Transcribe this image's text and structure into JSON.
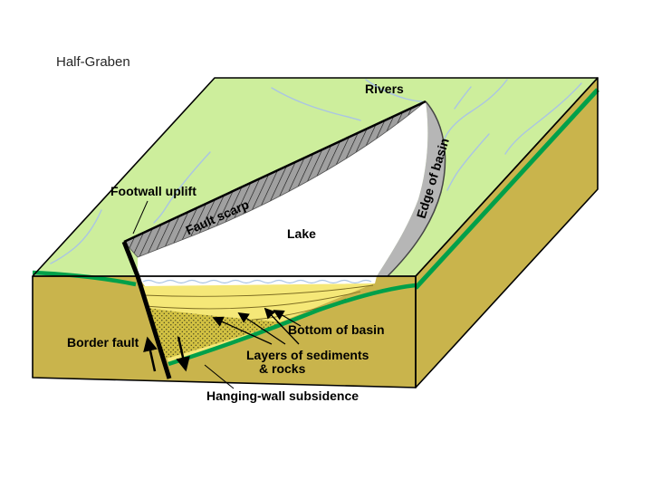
{
  "title": "Half-Graben",
  "diagram": {
    "labels": {
      "rivers": "Rivers",
      "edge_of_basin": "Edge of basin",
      "footwall_uplift": "Footwall uplift",
      "fault_scarp": "Fault scarp",
      "lake": "Lake",
      "border_fault": "Border fault",
      "bottom_of_basin": "Bottom of basin",
      "layers_line1": "Layers of sediments",
      "layers_line2": "& rocks",
      "hanging_wall": "Hanging-wall subsidence"
    },
    "colors": {
      "surface_green": "#cdee9c",
      "block_khaki": "#c9b44c",
      "stratum_green": "#00a04a",
      "scarp_gray": "#a0a0a0",
      "basin_edge_gray": "#b6b6b6",
      "lake_white": "#ffffff",
      "sediment_yellow": "#f5e878",
      "sediment_stipple_bg": "#d2c142",
      "river_blue": "#aac4e4",
      "outline_black": "#000000"
    }
  }
}
